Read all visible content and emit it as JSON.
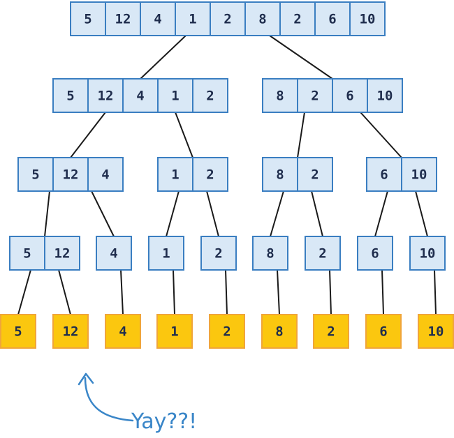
{
  "tree": {
    "levels": [
      [
        {
          "values": [
            "5",
            "12",
            "4",
            "1",
            "2",
            "8",
            "2",
            "6",
            "10"
          ]
        }
      ],
      [
        {
          "values": [
            "5",
            "12",
            "4",
            "1",
            "2"
          ]
        },
        {
          "values": [
            "8",
            "2",
            "6",
            "10"
          ]
        }
      ],
      [
        {
          "values": [
            "5",
            "12",
            "4"
          ]
        },
        {
          "values": [
            "1",
            "2"
          ]
        },
        {
          "values": [
            "8",
            "2"
          ]
        },
        {
          "values": [
            "6",
            "10"
          ]
        }
      ],
      [
        {
          "values": [
            "5",
            "12"
          ]
        },
        {
          "values": [
            "4"
          ]
        },
        {
          "values": [
            "1"
          ]
        },
        {
          "values": [
            "2"
          ]
        },
        {
          "values": [
            "8"
          ]
        },
        {
          "values": [
            "2"
          ]
        },
        {
          "values": [
            "6"
          ]
        },
        {
          "values": [
            "10"
          ]
        }
      ],
      [
        {
          "values": [
            "5"
          ]
        },
        {
          "values": [
            "12"
          ]
        },
        {
          "values": [
            "4"
          ]
        },
        {
          "values": [
            "1"
          ]
        },
        {
          "values": [
            "2"
          ]
        },
        {
          "values": [
            "8"
          ]
        },
        {
          "values": [
            "2"
          ]
        },
        {
          "values": [
            "6"
          ]
        },
        {
          "values": [
            "10"
          ]
        }
      ]
    ],
    "edges": [
      {
        "from": [
          0,
          0
        ],
        "to": [
          1,
          0
        ]
      },
      {
        "from": [
          0,
          0
        ],
        "to": [
          1,
          1
        ]
      },
      {
        "from": [
          1,
          0
        ],
        "to": [
          2,
          0
        ]
      },
      {
        "from": [
          1,
          0
        ],
        "to": [
          2,
          1
        ]
      },
      {
        "from": [
          1,
          1
        ],
        "to": [
          2,
          2
        ]
      },
      {
        "from": [
          1,
          1
        ],
        "to": [
          2,
          3
        ]
      },
      {
        "from": [
          2,
          0
        ],
        "to": [
          3,
          0
        ]
      },
      {
        "from": [
          2,
          0
        ],
        "to": [
          3,
          1
        ]
      },
      {
        "from": [
          2,
          1
        ],
        "to": [
          3,
          2
        ]
      },
      {
        "from": [
          2,
          1
        ],
        "to": [
          3,
          3
        ]
      },
      {
        "from": [
          2,
          2
        ],
        "to": [
          3,
          4
        ]
      },
      {
        "from": [
          2,
          2
        ],
        "to": [
          3,
          5
        ]
      },
      {
        "from": [
          2,
          3
        ],
        "to": [
          3,
          6
        ]
      },
      {
        "from": [
          2,
          3
        ],
        "to": [
          3,
          7
        ]
      },
      {
        "from": [
          3,
          0
        ],
        "to": [
          4,
          0
        ]
      },
      {
        "from": [
          3,
          0
        ],
        "to": [
          4,
          1
        ]
      },
      {
        "from": [
          3,
          1
        ],
        "to": [
          4,
          2
        ]
      },
      {
        "from": [
          3,
          2
        ],
        "to": [
          4,
          3
        ]
      },
      {
        "from": [
          3,
          3
        ],
        "to": [
          4,
          4
        ]
      },
      {
        "from": [
          3,
          4
        ],
        "to": [
          4,
          5
        ]
      },
      {
        "from": [
          3,
          5
        ],
        "to": [
          4,
          6
        ]
      },
      {
        "from": [
          3,
          6
        ],
        "to": [
          4,
          7
        ]
      },
      {
        "from": [
          3,
          7
        ],
        "to": [
          4,
          8
        ]
      }
    ]
  },
  "annotation": {
    "text": "Yay??!"
  },
  "colors": {
    "cell_fill": "#d9e8f6",
    "cell_border": "#3a7ec1",
    "leaf_fill": "#fbc70f",
    "leaf_border": "#f0a53a",
    "text": "#1f2d4d",
    "edge": "#1a1a1a",
    "annotation": "#3a86c8"
  }
}
